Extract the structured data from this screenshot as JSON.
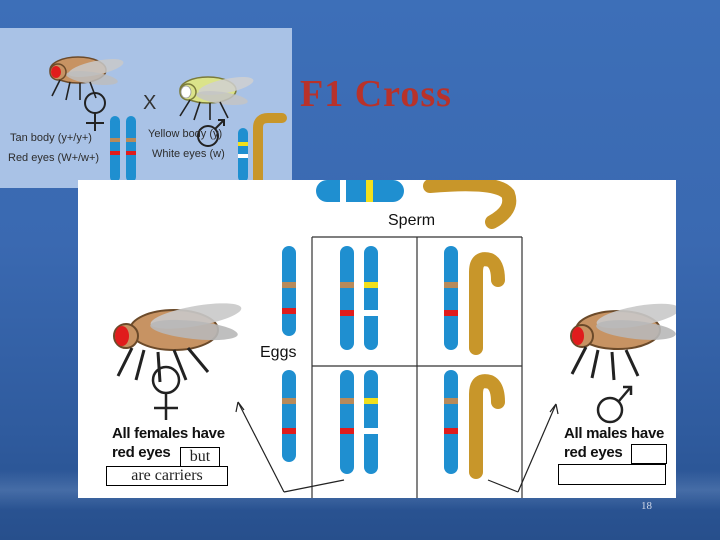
{
  "slide": {
    "title": "F1 Cross",
    "page_number": "18"
  },
  "parental_cross": {
    "cross_symbol": "X",
    "female_labels": [
      "Tan body (y+/y+)",
      "Red eyes (W+/w+)"
    ],
    "male_labels": [
      "Yellow body (y)",
      "White eyes (w)"
    ]
  },
  "punnett": {
    "sperm_label": "Sperm",
    "eggs_label": "Eggs"
  },
  "annotations": {
    "female_text_line1": "All females have",
    "female_text_line2": "red eyes",
    "female_box_line1": "but",
    "female_box_line2": "are carriers",
    "male_text_line1": "All males have",
    "male_text_line2": "red eyes"
  },
  "colors": {
    "chromosome_blue": "#1f8fd0",
    "chromosome_gold": "#c8962a",
    "tan_band": "#b88a5a",
    "yellow_band": "#f2e01c",
    "red_band": "#e01c1c",
    "white_band": "#ffffff",
    "title_red": "#b8322a",
    "fly_tan_body": "#c79363",
    "fly_yellow_body": "#dbe38a",
    "eye_red": "#e01c1c"
  },
  "icons": [
    "female-symbol-icon",
    "male-symbol-icon",
    "fruit-fly-icon",
    "x-chromosome-icon",
    "y-chromosome-icon"
  ]
}
